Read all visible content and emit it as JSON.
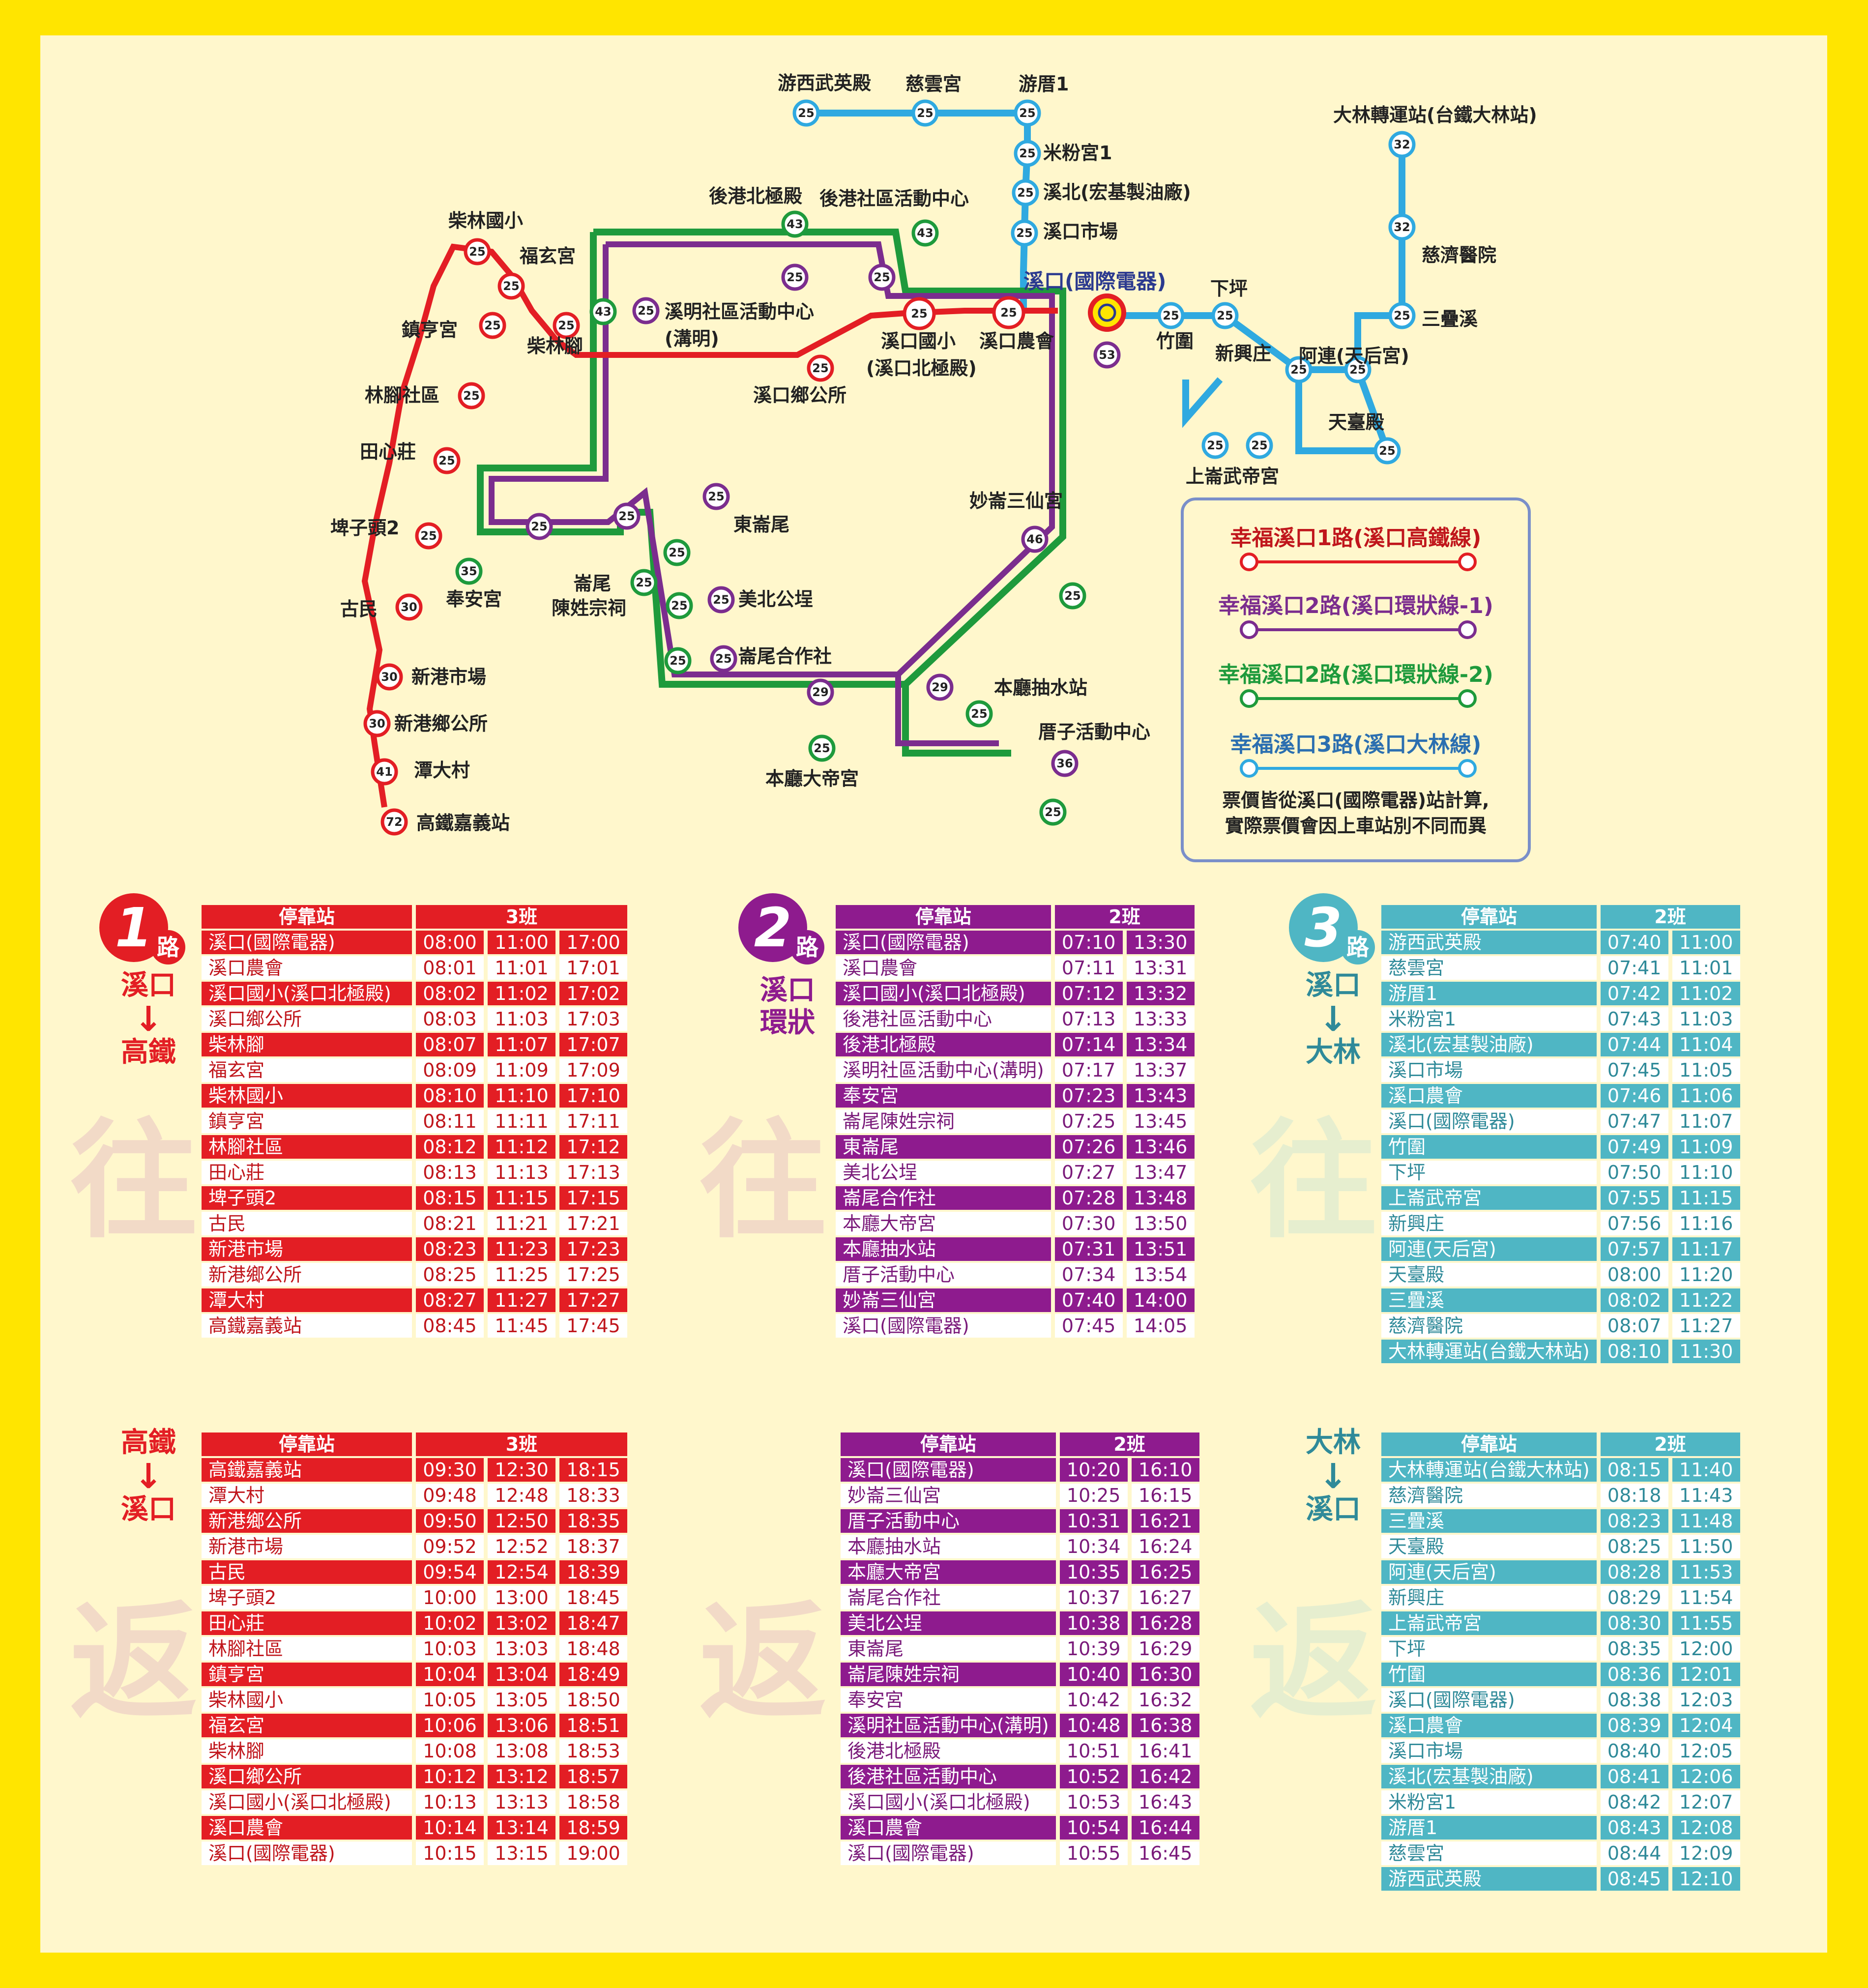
{
  "map": {
    "stops": {
      "s1": "游西武英殿",
      "s2": "慈雲宮",
      "s3": "游厝1",
      "s4": "米粉宮1",
      "s5": "溪北(宏基製油廠)",
      "s6": "溪口市場",
      "s7": "溪口(國際電器)",
      "s8": "下坪",
      "s9": "竹圍",
      "s10": "新興庄",
      "s11": "阿連(天后宮)",
      "s12": "天臺殿",
      "s13": "上崙武帝宮",
      "s14": "大林轉運站(台鐵大林站)",
      "s15": "慈濟醫院",
      "s16": "三疊溪",
      "s17": "後港北極殿",
      "s18": "後港社區活動中心",
      "s19": "溪明社區活動中心",
      "s20": "(溝明)",
      "s21": "溪口國小",
      "s22": "溪口農會",
      "s23": "(溪口北極殿)",
      "s24": "溪口鄉公所",
      "s25": "柴林國小",
      "s26": "福玄宮",
      "s27": "鎮亨宮",
      "s28": "柴林腳",
      "s29": "林腳社區",
      "s30": "田心莊",
      "s31": "埤子頭2",
      "s32": "古民",
      "s33": "新港市場",
      "s34": "新港鄉公所",
      "s35": "潭大村",
      "s36": "高鐵嘉義站",
      "s37": "奉安宮",
      "s38": "崙尾",
      "s39": "陳姓宗祠",
      "s40": "東崙尾",
      "s41": "美北公埕",
      "s42": "崙尾合作社",
      "s43": "妙崙三仙宮",
      "s44": "本廳抽水站",
      "s45": "厝子活動中心",
      "s46": "本廳大帝宮"
    },
    "fares": {
      "f25": "25",
      "f32": "32",
      "f43": "43",
      "f53": "53",
      "f30": "30",
      "f41": "41",
      "f72": "72",
      "f35": "35",
      "f46": "46",
      "f29": "29",
      "f36": "36"
    }
  },
  "legend": {
    "route1": "幸福溪口1路(溪口高鐵線)",
    "route2a": "幸福溪口2路(溪口環狀線-1)",
    "route2b": "幸福溪口2路(溪口環狀線-2)",
    "route3": "幸福溪口3路(溪口大林線)",
    "note1": "票價皆從溪口(國際電器)站計算,",
    "note2": "實際票價會因上車站別不同而異",
    "colors": {
      "red": "#E31E24",
      "purple": "#7B2D8E",
      "green": "#1E9A3C",
      "blue": "#2FA9E0"
    }
  },
  "labels": {
    "lu": "路",
    "go": "往",
    "back": "返",
    "arrow": "↓",
    "stop_header": "停靠站"
  },
  "r1": {
    "num": "1",
    "dir_go_from": "溪口",
    "dir_go_to": "高鐵",
    "dir_back_from": "高鐵",
    "dir_back_to": "溪口",
    "go_header": "3班",
    "back_header": "3班",
    "go": [
      [
        "溪口(國際電器)",
        "08:00",
        "11:00",
        "17:00"
      ],
      [
        "溪口農會",
        "08:01",
        "11:01",
        "17:01"
      ],
      [
        "溪口國小(溪口北極殿)",
        "08:02",
        "11:02",
        "17:02"
      ],
      [
        "溪口鄉公所",
        "08:03",
        "11:03",
        "17:03"
      ],
      [
        "柴林腳",
        "08:07",
        "11:07",
        "17:07"
      ],
      [
        "福玄宮",
        "08:09",
        "11:09",
        "17:09"
      ],
      [
        "柴林國小",
        "08:10",
        "11:10",
        "17:10"
      ],
      [
        "鎮亨宮",
        "08:11",
        "11:11",
        "17:11"
      ],
      [
        "林腳社區",
        "08:12",
        "11:12",
        "17:12"
      ],
      [
        "田心莊",
        "08:13",
        "11:13",
        "17:13"
      ],
      [
        "埤子頭2",
        "08:15",
        "11:15",
        "17:15"
      ],
      [
        "古民",
        "08:21",
        "11:21",
        "17:21"
      ],
      [
        "新港市場",
        "08:23",
        "11:23",
        "17:23"
      ],
      [
        "新港鄉公所",
        "08:25",
        "11:25",
        "17:25"
      ],
      [
        "潭大村",
        "08:27",
        "11:27",
        "17:27"
      ],
      [
        "高鐵嘉義站",
        "08:45",
        "11:45",
        "17:45"
      ]
    ],
    "back": [
      [
        "高鐵嘉義站",
        "09:30",
        "12:30",
        "18:15"
      ],
      [
        "潭大村",
        "09:48",
        "12:48",
        "18:33"
      ],
      [
        "新港鄉公所",
        "09:50",
        "12:50",
        "18:35"
      ],
      [
        "新港市場",
        "09:52",
        "12:52",
        "18:37"
      ],
      [
        "古民",
        "09:54",
        "12:54",
        "18:39"
      ],
      [
        "埤子頭2",
        "10:00",
        "13:00",
        "18:45"
      ],
      [
        "田心莊",
        "10:02",
        "13:02",
        "18:47"
      ],
      [
        "林腳社區",
        "10:03",
        "13:03",
        "18:48"
      ],
      [
        "鎮亨宮",
        "10:04",
        "13:04",
        "18:49"
      ],
      [
        "柴林國小",
        "10:05",
        "13:05",
        "18:50"
      ],
      [
        "福玄宮",
        "10:06",
        "13:06",
        "18:51"
      ],
      [
        "柴林腳",
        "10:08",
        "13:08",
        "18:53"
      ],
      [
        "溪口鄉公所",
        "10:12",
        "13:12",
        "18:57"
      ],
      [
        "溪口國小(溪口北極殿)",
        "10:13",
        "13:13",
        "18:58"
      ],
      [
        "溪口農會",
        "10:14",
        "13:14",
        "18:59"
      ],
      [
        "溪口(國際電器)",
        "10:15",
        "13:15",
        "19:00"
      ]
    ]
  },
  "r2": {
    "num": "2",
    "dir_a": "溪口",
    "dir_b": "環狀",
    "go_header": "2班",
    "back_header": "2班",
    "go": [
      [
        "溪口(國際電器)",
        "07:10",
        "13:30"
      ],
      [
        "溪口農會",
        "07:11",
        "13:31"
      ],
      [
        "溪口國小(溪口北極殿)",
        "07:12",
        "13:32"
      ],
      [
        "後港社區活動中心",
        "07:13",
        "13:33"
      ],
      [
        "後港北極殿",
        "07:14",
        "13:34"
      ],
      [
        "溪明社區活動中心(溝明)",
        "07:17",
        "13:37"
      ],
      [
        "奉安宮",
        "07:23",
        "13:43"
      ],
      [
        "崙尾陳姓宗祠",
        "07:25",
        "13:45"
      ],
      [
        "東崙尾",
        "07:26",
        "13:46"
      ],
      [
        "美北公埕",
        "07:27",
        "13:47"
      ],
      [
        "崙尾合作社",
        "07:28",
        "13:48"
      ],
      [
        "本廳大帝宮",
        "07:30",
        "13:50"
      ],
      [
        "本廳抽水站",
        "07:31",
        "13:51"
      ],
      [
        "厝子活動中心",
        "07:34",
        "13:54"
      ],
      [
        "妙崙三仙宮",
        "07:40",
        "14:00"
      ],
      [
        "溪口(國際電器)",
        "07:45",
        "14:05"
      ]
    ],
    "back": [
      [
        "溪口(國際電器)",
        "10:20",
        "16:10"
      ],
      [
        "妙崙三仙宮",
        "10:25",
        "16:15"
      ],
      [
        "厝子活動中心",
        "10:31",
        "16:21"
      ],
      [
        "本廳抽水站",
        "10:34",
        "16:24"
      ],
      [
        "本廳大帝宮",
        "10:35",
        "16:25"
      ],
      [
        "崙尾合作社",
        "10:37",
        "16:27"
      ],
      [
        "美北公埕",
        "10:38",
        "16:28"
      ],
      [
        "東崙尾",
        "10:39",
        "16:29"
      ],
      [
        "崙尾陳姓宗祠",
        "10:40",
        "16:30"
      ],
      [
        "奉安宮",
        "10:42",
        "16:32"
      ],
      [
        "溪明社區活動中心(溝明)",
        "10:48",
        "16:38"
      ],
      [
        "後港北極殿",
        "10:51",
        "16:41"
      ],
      [
        "後港社區活動中心",
        "10:52",
        "16:42"
      ],
      [
        "溪口國小(溪口北極殿)",
        "10:53",
        "16:43"
      ],
      [
        "溪口農會",
        "10:54",
        "16:44"
      ],
      [
        "溪口(國際電器)",
        "10:55",
        "16:45"
      ]
    ]
  },
  "r3": {
    "num": "3",
    "dir_go_from": "溪口",
    "dir_go_to": "大林",
    "dir_back_from": "大林",
    "dir_back_to": "溪口",
    "go_header": "2班",
    "back_header": "2班",
    "go": [
      [
        "游西武英殿",
        "07:40",
        "11:00"
      ],
      [
        "慈雲宮",
        "07:41",
        "11:01"
      ],
      [
        "游厝1",
        "07:42",
        "11:02"
      ],
      [
        "米粉宮1",
        "07:43",
        "11:03"
      ],
      [
        "溪北(宏基製油廠)",
        "07:44",
        "11:04"
      ],
      [
        "溪口市場",
        "07:45",
        "11:05"
      ],
      [
        "溪口農會",
        "07:46",
        "11:06"
      ],
      [
        "溪口(國際電器)",
        "07:47",
        "11:07"
      ],
      [
        "竹圍",
        "07:49",
        "11:09"
      ],
      [
        "下坪",
        "07:50",
        "11:10"
      ],
      [
        "上崙武帝宮",
        "07:55",
        "11:15"
      ],
      [
        "新興庄",
        "07:56",
        "11:16"
      ],
      [
        "阿連(天后宮)",
        "07:57",
        "11:17"
      ],
      [
        "天臺殿",
        "08:00",
        "11:20"
      ],
      [
        "三疊溪",
        "08:02",
        "11:22"
      ],
      [
        "慈濟醫院",
        "08:07",
        "11:27"
      ],
      [
        "大林轉運站(台鐵大林站)",
        "08:10",
        "11:30"
      ]
    ],
    "back": [
      [
        "大林轉運站(台鐵大林站)",
        "08:15",
        "11:40"
      ],
      [
        "慈濟醫院",
        "08:18",
        "11:43"
      ],
      [
        "三疊溪",
        "08:23",
        "11:48"
      ],
      [
        "天臺殿",
        "08:25",
        "11:50"
      ],
      [
        "阿連(天后宮)",
        "08:28",
        "11:53"
      ],
      [
        "新興庄",
        "08:29",
        "11:54"
      ],
      [
        "上崙武帝宮",
        "08:30",
        "11:55"
      ],
      [
        "下坪",
        "08:35",
        "12:00"
      ],
      [
        "竹圍",
        "08:36",
        "12:01"
      ],
      [
        "溪口(國際電器)",
        "08:38",
        "12:03"
      ],
      [
        "溪口農會",
        "08:39",
        "12:04"
      ],
      [
        "溪口市場",
        "08:40",
        "12:05"
      ],
      [
        "溪北(宏基製油廠)",
        "08:41",
        "12:06"
      ],
      [
        "米粉宮1",
        "08:42",
        "12:07"
      ],
      [
        "游厝1",
        "08:43",
        "12:08"
      ],
      [
        "慈雲宮",
        "08:44",
        "12:09"
      ],
      [
        "游西武英殿",
        "08:45",
        "12:10"
      ]
    ]
  }
}
